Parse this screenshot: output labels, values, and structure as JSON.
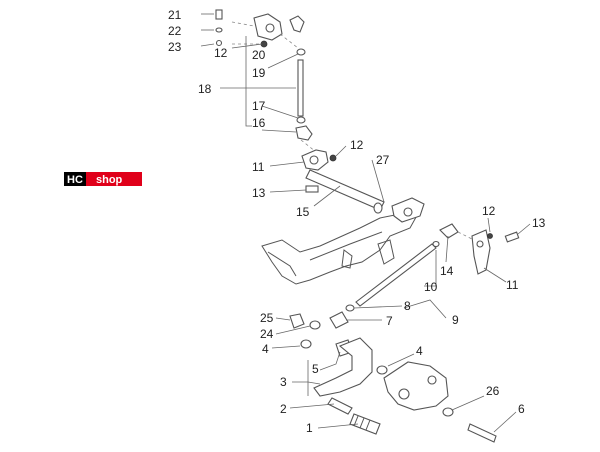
{
  "logo": {
    "text_a": "HC",
    "text_b": "shop",
    "color_dark": "#000000",
    "color_red": "#e0001a"
  },
  "callouts": {
    "c21": "21",
    "c22": "22",
    "c23": "23",
    "c12a": "12",
    "c20": "20",
    "c19": "19",
    "c18": "18",
    "c17": "17",
    "c16": "16",
    "c12b": "12",
    "c27": "27",
    "c11a": "11",
    "c13a": "13",
    "c15": "15",
    "c12c": "12",
    "c13b": "13",
    "c14": "14",
    "c11b": "11",
    "c10": "10",
    "c8": "8",
    "c9": "9",
    "c25": "25",
    "c7": "7",
    "c24": "24",
    "c4a": "4",
    "c4b": "4",
    "c5": "5",
    "c3": "3",
    "c26": "26",
    "c6": "6",
    "c2": "2",
    "c1": "1"
  }
}
